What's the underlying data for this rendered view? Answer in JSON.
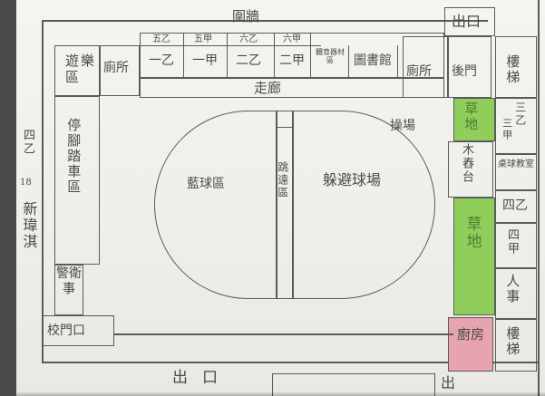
{
  "labels": {
    "wall": "圍牆",
    "exit_top": "出口",
    "cls_5_2": "五乙",
    "cls_5_1": "五甲",
    "cls_6_2": "六乙",
    "cls_6_1": "六甲",
    "playground_area": "遊樂區",
    "toilet_left": "廁所",
    "cls_1_2": "一乙",
    "cls_1_1": "一甲",
    "cls_2_2": "二乙",
    "cls_2_1": "二甲",
    "sports_storage": "體育器材區",
    "library": "圖書館",
    "toilet_right": "廁所",
    "back_gate": "後門",
    "stairs_top": "樓梯",
    "corridor": "走廊",
    "cls_3_2": "三乙",
    "cls_3_1": "三甲",
    "table_tennis": "桌球教室",
    "lawn_top": "草地",
    "wooden_stage": "木舂台",
    "cls_4_2": "四乙",
    "cls_4_1": "四甲",
    "lawn_bottom": "草地",
    "personnel": "人事",
    "kitchen": "廚房",
    "stairs_bottom": "樓梯",
    "playfield": "操場",
    "basketball": "藍球區",
    "long_jump": "跳遠區",
    "dodgeball": "躲避球場",
    "bike_parking": "停腳踏車區",
    "guard": "警衛事",
    "school_gate": "校門口",
    "exit_bottom": "出口",
    "exit_bottom_right": "出",
    "author_class": "四乙",
    "author_number": "18",
    "author_name": "新瑋淇"
  },
  "colors": {
    "lawn": "#8fce5a",
    "kitchen": "#e8a3b0",
    "ink": "#4a4a4a",
    "green_ink": "#4f7d2e"
  }
}
